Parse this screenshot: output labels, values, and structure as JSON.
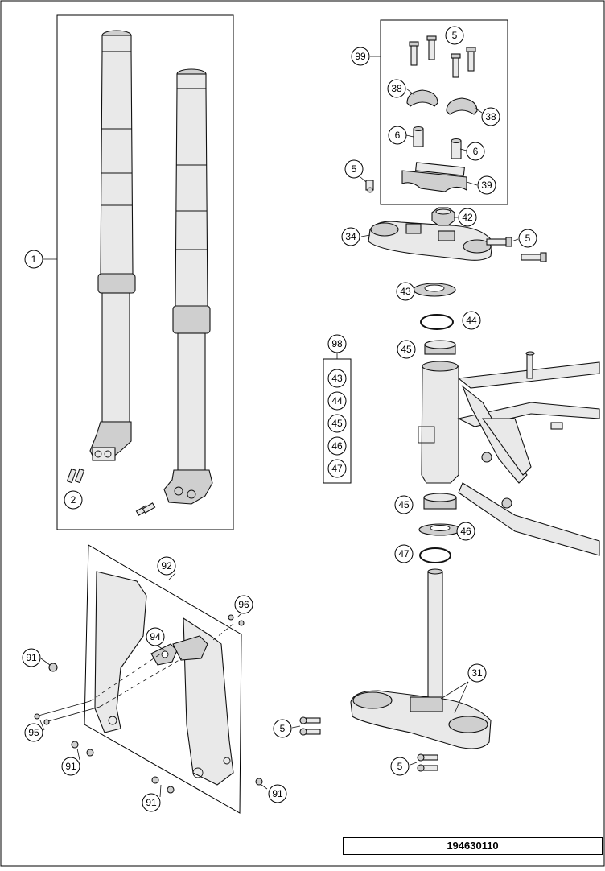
{
  "document_number": "194630110",
  "callouts": {
    "c1": "1",
    "c2": "2",
    "c99": "99",
    "c5a": "5",
    "c38a": "38",
    "c38b": "38",
    "c6a": "6",
    "c6b": "6",
    "c5b": "5",
    "c39": "39",
    "c42": "42",
    "c34": "34",
    "c5c": "5",
    "c43": "43",
    "c44": "44",
    "c45a": "45",
    "c98": "98",
    "k43": "43",
    "k44": "44",
    "k45": "45",
    "k46": "46",
    "k47": "47",
    "c45b": "45",
    "c46": "46",
    "c47": "47",
    "c92": "92",
    "c96": "96",
    "c94": "94",
    "c91a": "91",
    "c95": "95",
    "c91b": "91",
    "c91c": "91",
    "c91d": "91",
    "c5d": "5",
    "c31": "31",
    "c5e": "5"
  }
}
